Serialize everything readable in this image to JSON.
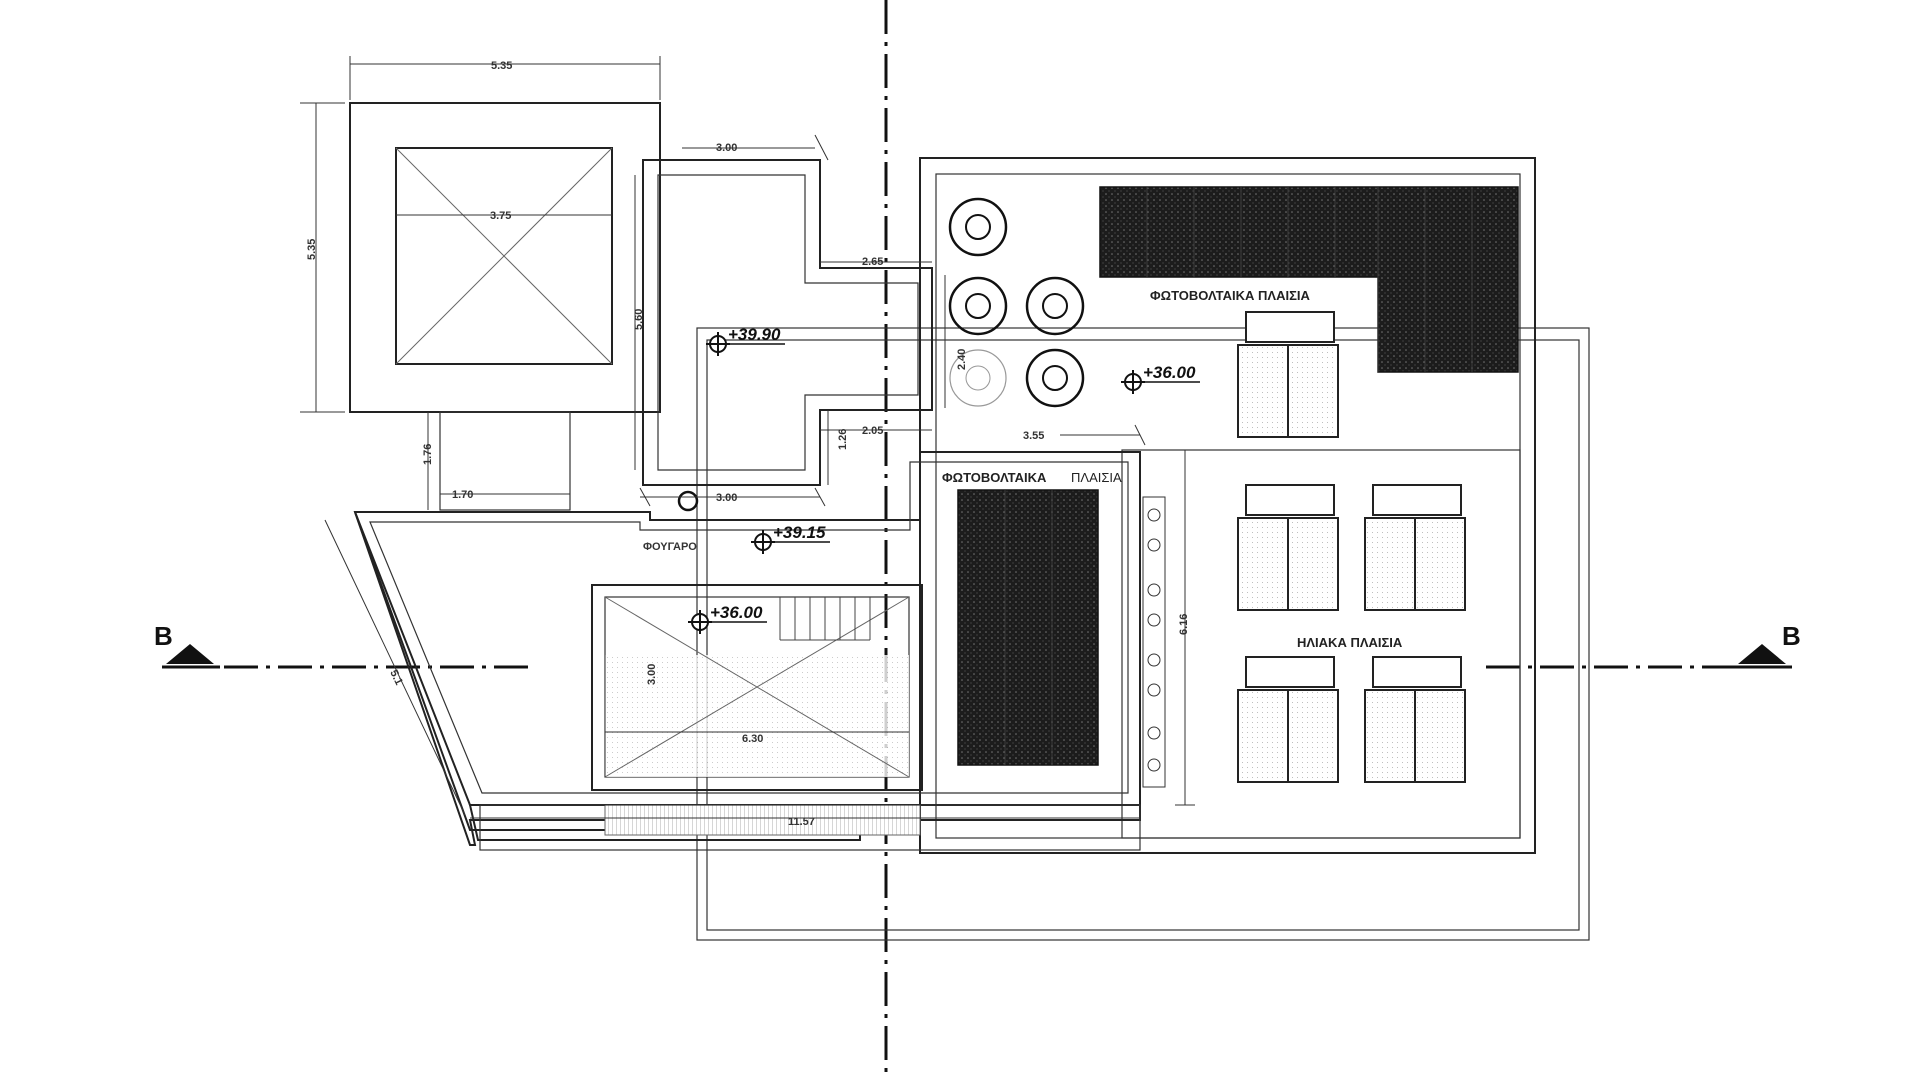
{
  "dimensions": {
    "top_width": "5.35",
    "left_height": "5.35",
    "shaft_width": "3.75",
    "stair_top": "3.00",
    "stair_height": "5.60",
    "notch_top": "2.65",
    "notch_bottom": "2.05",
    "notch_vert": "1.26",
    "stair_bottom": "3.00",
    "neck_height": "1.76",
    "neck_width": "1.70",
    "tank_gap": "2.40",
    "roof_right": "3.55",
    "roof_height": "6.16",
    "left_diagonal": "5.1",
    "opening_height": "3.00",
    "opening_width": "6.30",
    "bottom_total": "11.57"
  },
  "levels": {
    "stair_roof": "+39.90",
    "terrace": "+39.15",
    "roof_main": "+36.00",
    "lower": "+36.00"
  },
  "labels": {
    "pv_panels_top": "ΦΩΤΟΒΟΛΤΑΙΚΑ ΠΛΑΙΣΙΑ",
    "pv_panels_mid_a": "ΦΩΤΟΒΟΛΤΑΙΚΑ",
    "pv_panels_mid_b": "ΠΛΑΙΣΙΑ",
    "solar_panels": "ΗΛΙΑΚΑ ΠΛΑΙΣΙΑ",
    "chimney": "ΦΟΥΓΑΡΟ",
    "section_left": "B",
    "section_right": "B"
  },
  "colors": {
    "line": "#222222",
    "pv_fill": "#1c1c1c",
    "background": "#ffffff"
  }
}
